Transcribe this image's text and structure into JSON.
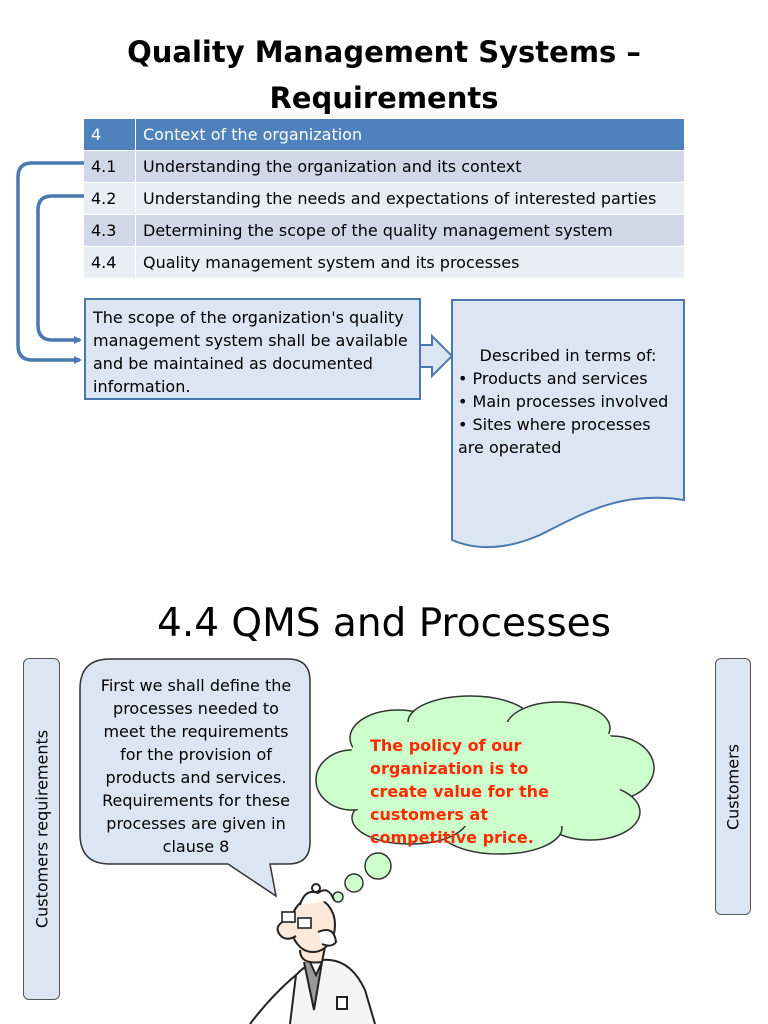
{
  "header": {
    "title_line1": "Quality Management Systems –",
    "title_line2": "Requirements"
  },
  "context_table": {
    "rows": [
      {
        "num": "4",
        "text": "Context of the organization"
      },
      {
        "num": "4.1",
        "text": "Understanding the organization and its context"
      },
      {
        "num": "4.2",
        "text": "Understanding the needs and expectations of interested parties"
      },
      {
        "num": "4.3",
        "text": "Determining the scope of the quality management system"
      },
      {
        "num": "4.4",
        "text": "Quality management system and its processes"
      }
    ]
  },
  "scope_box": {
    "text": "The scope of the organization's quality management system shall be available and be maintained as documented information."
  },
  "document_shape": {
    "heading": "Described in terms of:",
    "bullets": [
      "• Products and services",
      "• Main processes involved",
      "• Sites where processes are operated"
    ]
  },
  "section2": {
    "title": "4.4 QMS and Processes",
    "left_label": "Customers requirements",
    "right_label": "Customers",
    "speech": "First we shall define the processes needed to meet the requirements for the provision of products and services. Requirements for these processes are given in clause 8",
    "thought": "The policy of our organization is to create value for the customers at competitive price."
  },
  "colors": {
    "table_header": "#4f81bd",
    "table_row_odd": "#d0d8e8",
    "table_row_even": "#e9edf4",
    "arrow_blue": "#4a78b0",
    "box_fill": "#dce6f2",
    "speech_fill": "#dce6f2",
    "thought_fill": "#ccffcc",
    "thought_text": "#ff2a00"
  }
}
